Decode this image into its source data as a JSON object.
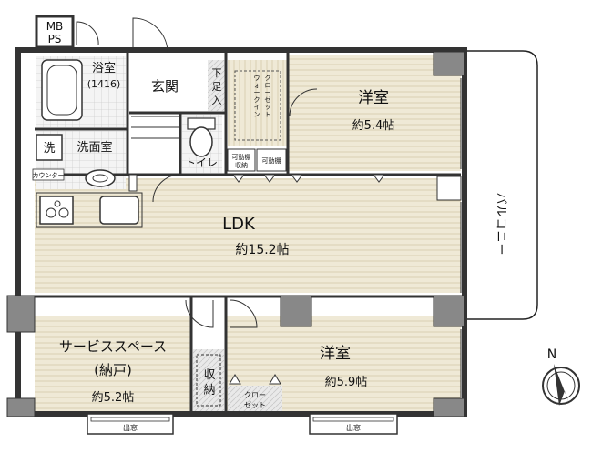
{
  "labels": {
    "mbps_1": "MB",
    "mbps_2": "PS",
    "bath": "浴室",
    "bath_size": "(1416)",
    "entrance": "玄関",
    "shoe_1": "下",
    "shoe_2": "足",
    "shoe_3": "入",
    "walkin": [
      "ウ",
      "ォ",
      "ー",
      "ク",
      "イ",
      "ン",
      "ク",
      "ロ",
      "ー",
      "ゼ",
      "ッ",
      "ト"
    ],
    "room1": "洋室",
    "room1_size": "約5.4帖",
    "wash_icon": "洗",
    "washroom": "洗面室",
    "toilet": "トイレ",
    "movable_storage_a_1": "可動棚",
    "movable_storage_a_2": "収納",
    "movable_shelf_b": "可動棚",
    "counter": "カウンター",
    "balcony": [
      "バ",
      "ル",
      "コ",
      "ニ",
      "ー"
    ],
    "ldk": "LDK",
    "ldk_size": "約15.2帖",
    "service_1": "サービススペース",
    "service_2": "(納戸)",
    "service_size": "約5.2帖",
    "storage": [
      "収",
      "納"
    ],
    "room2": "洋室",
    "room2_size": "約5.9帖",
    "closet_1": "クロー",
    "closet_2": "ゼット",
    "window_left": "出窓",
    "window_right": "出窓",
    "north": "N"
  }
}
